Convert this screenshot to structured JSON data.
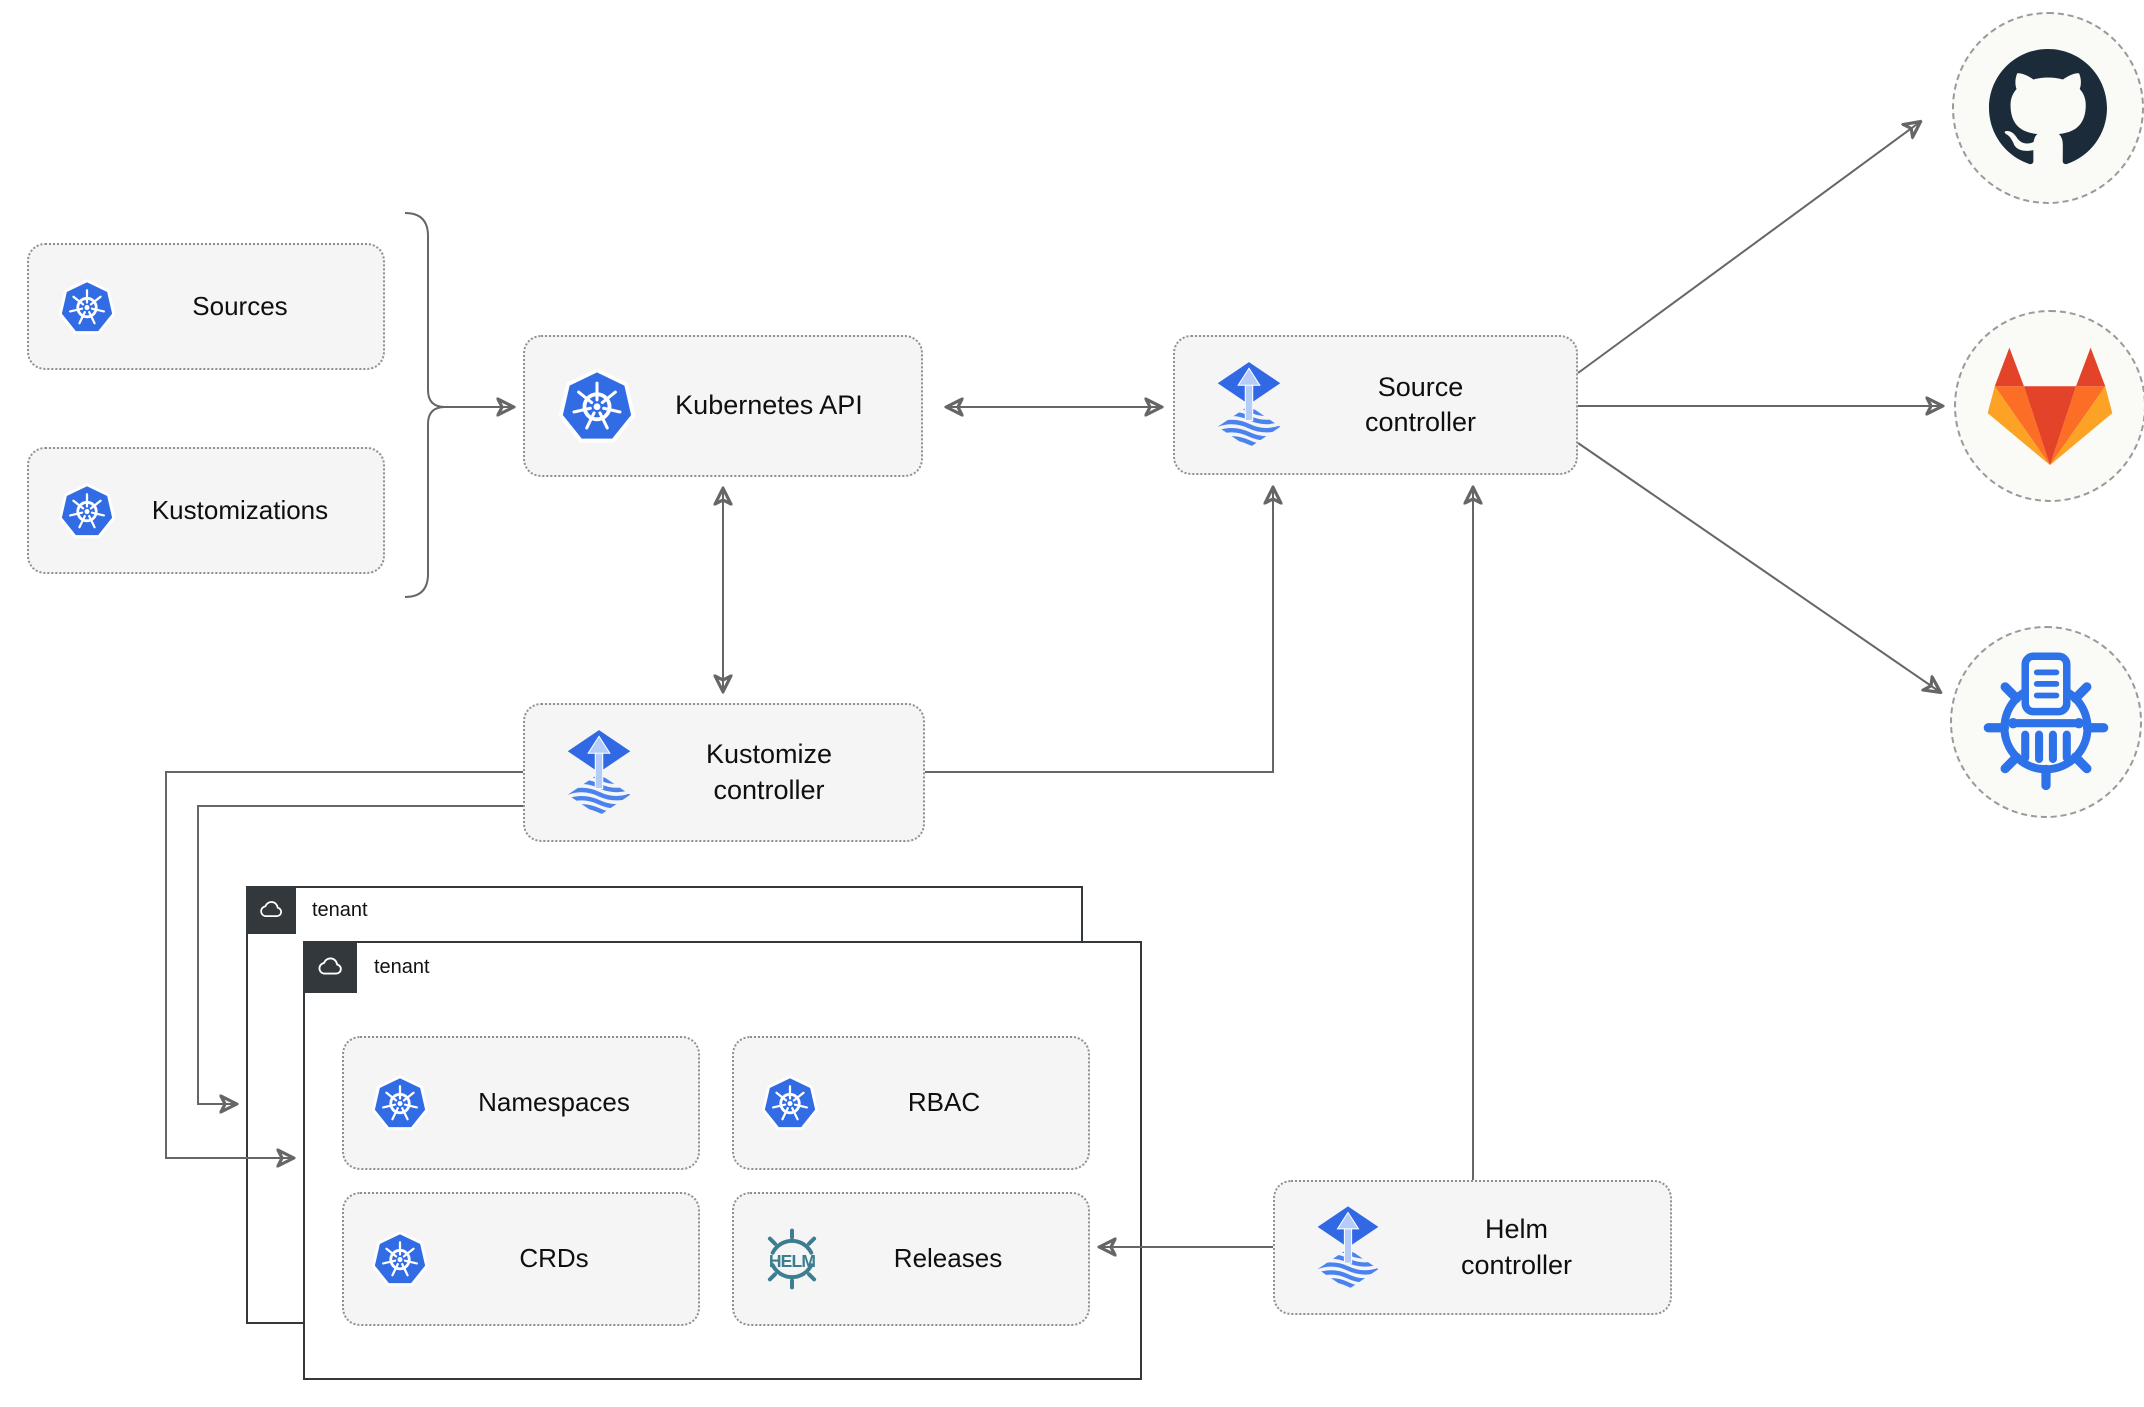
{
  "nodes": {
    "sources": {
      "label": "Sources",
      "icon": "kubernetes-icon"
    },
    "kustomizations": {
      "label": "Kustomizations",
      "icon": "kubernetes-icon"
    },
    "kubernetes_api": {
      "label": "Kubernetes API",
      "icon": "kubernetes-icon"
    },
    "source_controller": {
      "label": "Source\ncontroller",
      "icon": "flux-icon"
    },
    "kustomize_controller": {
      "label": "Kustomize\ncontroller",
      "icon": "flux-icon"
    },
    "helm_controller": {
      "label": "Helm\ncontroller",
      "icon": "flux-icon"
    },
    "tenant_outer": {
      "label": "tenant",
      "icon": "cloud-icon"
    },
    "tenant_inner": {
      "label": "tenant",
      "icon": "cloud-icon"
    },
    "namespaces": {
      "label": "Namespaces",
      "icon": "kubernetes-icon"
    },
    "rbac": {
      "label": "RBAC",
      "icon": "kubernetes-icon"
    },
    "crds": {
      "label": "CRDs",
      "icon": "kubernetes-icon"
    },
    "releases": {
      "label": "Releases",
      "icon": "helm-icon"
    }
  },
  "helm_logo_text": "HELM",
  "endpoints": {
    "github": "github-icon",
    "gitlab": "gitlab-icon",
    "registry": "container-registry-icon"
  },
  "colors": {
    "kubernetes_blue": "#326ce5",
    "flux_blue": "#3168e4",
    "flux_light_blue": "#b6ccf8",
    "helm_teal": "#3c7e90",
    "github_dark": "#1c2b3a",
    "gitlab_red_orange": "#e24329",
    "gitlab_orange": "#fc6d26",
    "gitlab_yellow_orange": "#fca326",
    "registry_blue": "#2e72e9",
    "connector_gray": "#666666",
    "node_background": "#f5f5f6",
    "tenant_dark": "#33383d"
  }
}
